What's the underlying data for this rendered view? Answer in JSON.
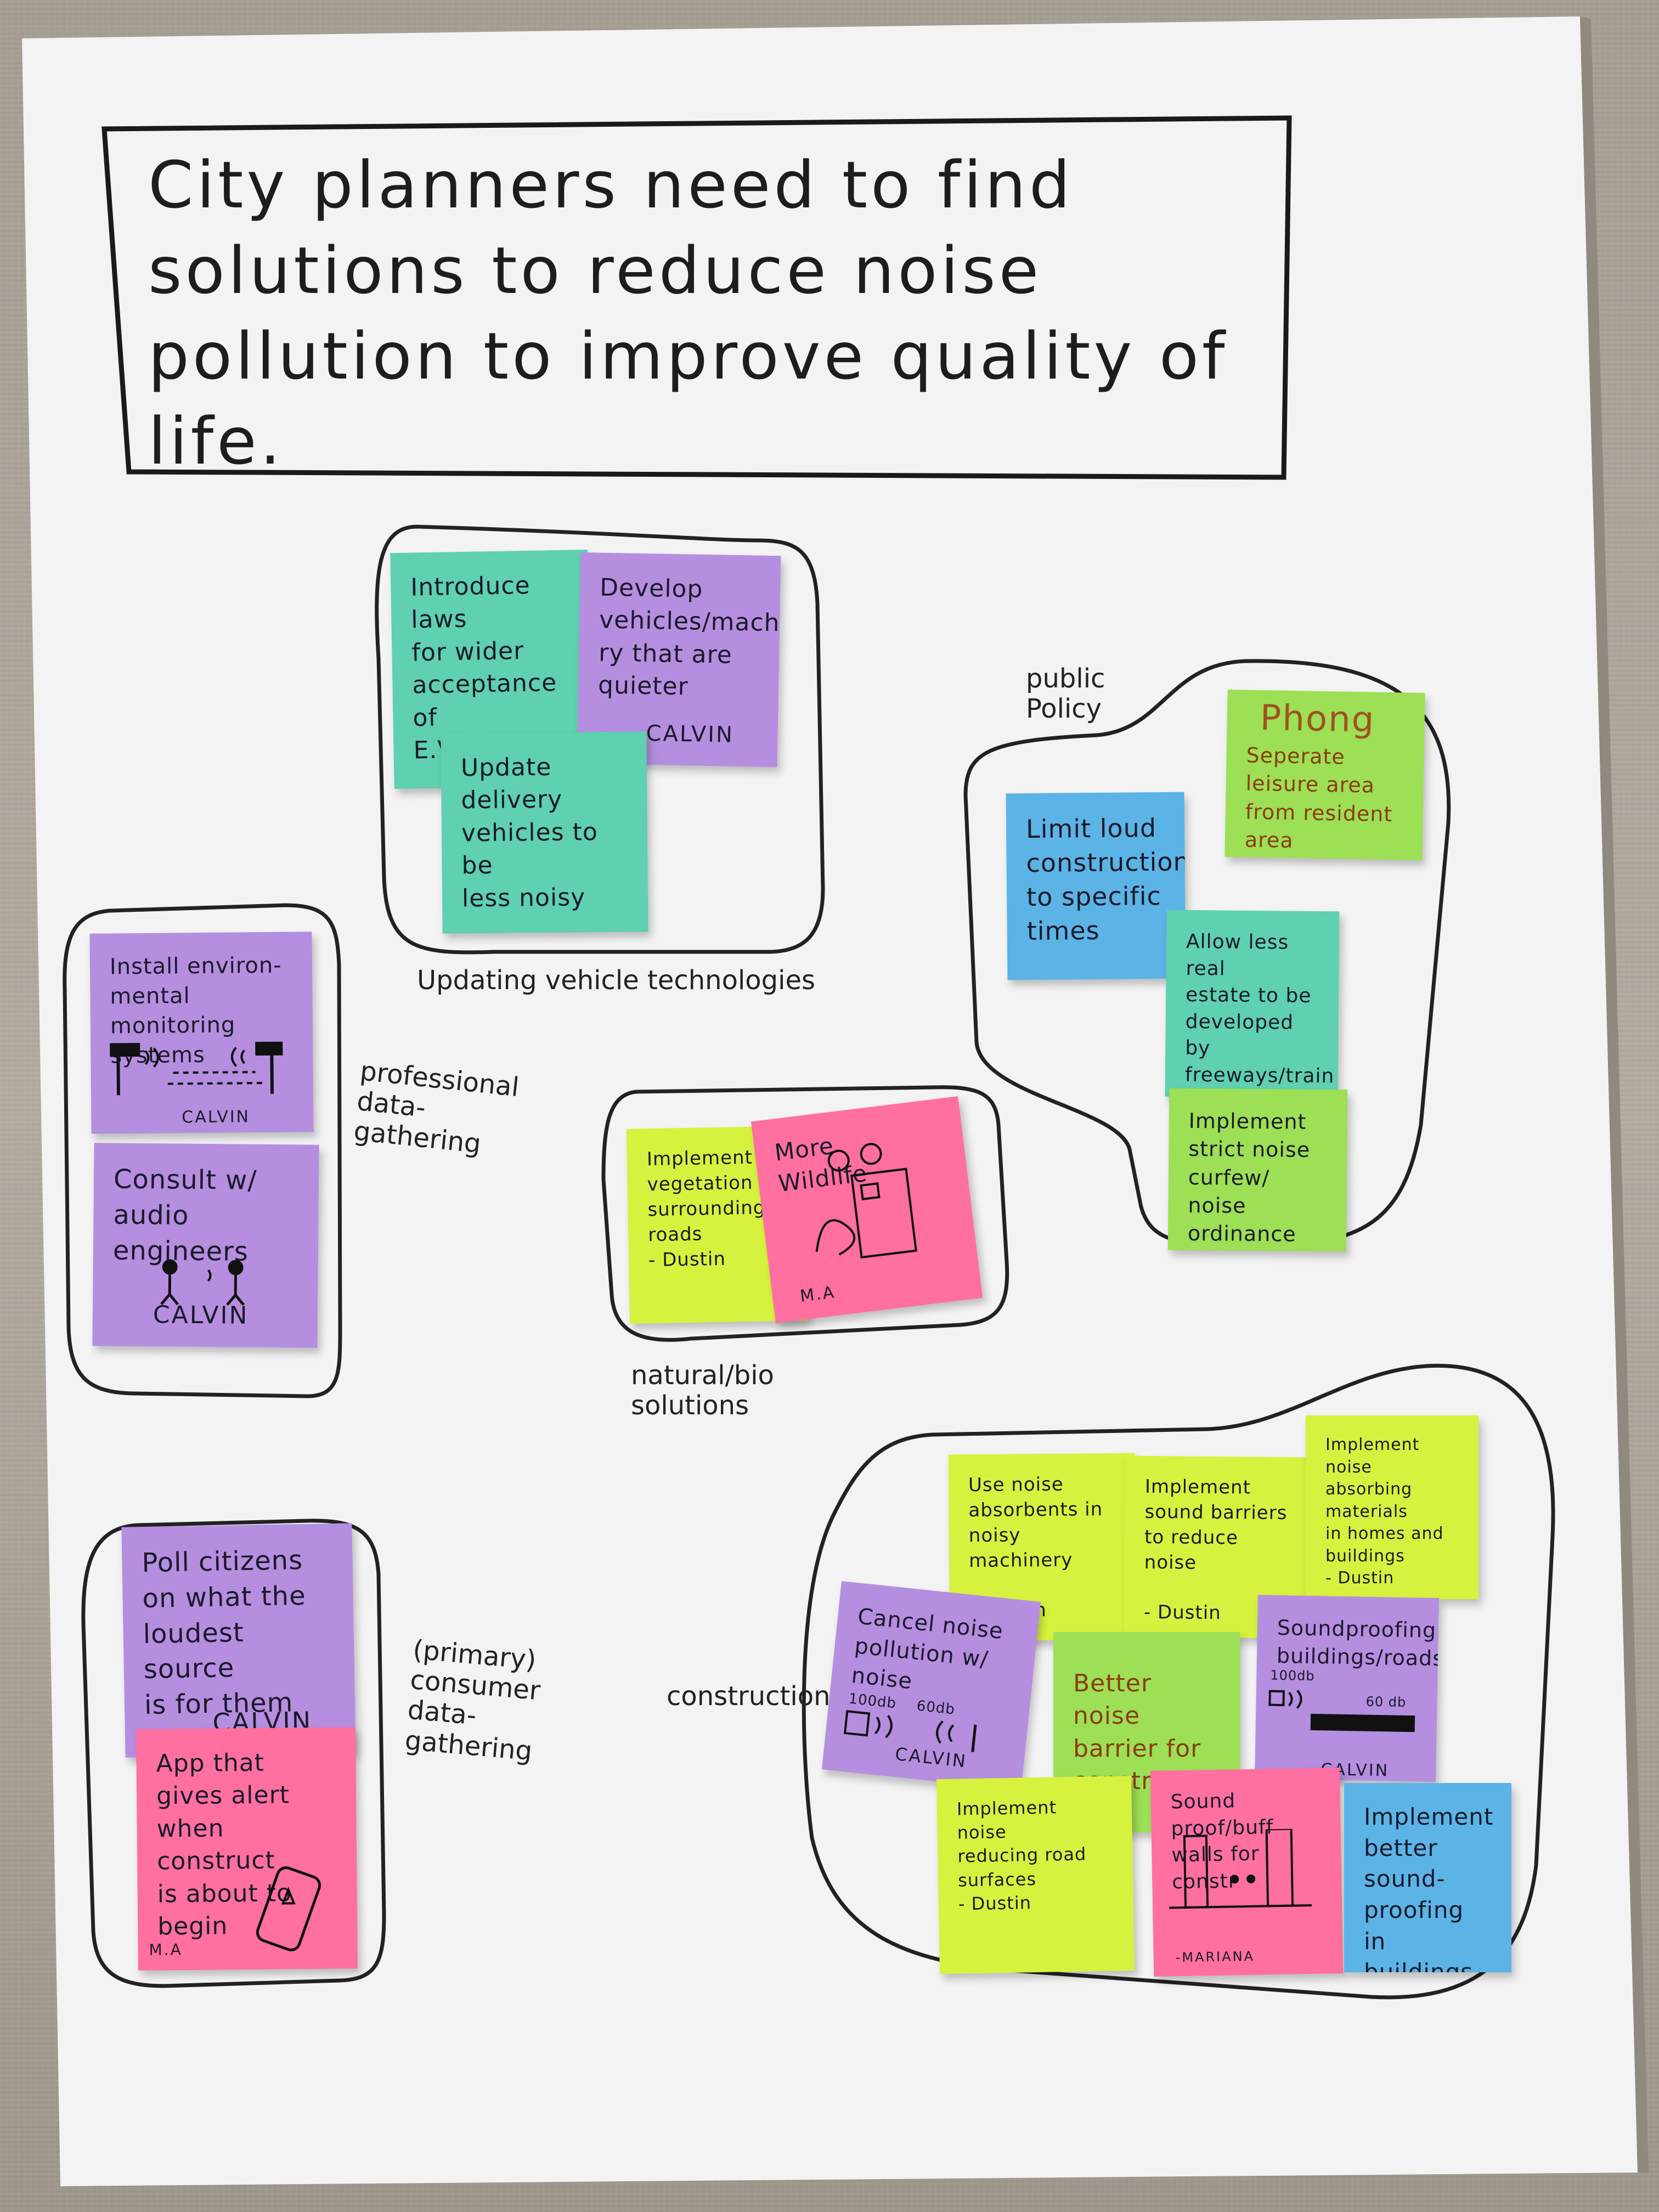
{
  "problem_statement": "City planners need to find solutions to reduce noise pollution to improve quality of life.",
  "groups": {
    "vehicle": "Updating vehicle technologies",
    "public_policy": "public\nPolicy",
    "professional": "professional\ndata-\ngathering",
    "natural": "natural/bio\nsolutions",
    "consumer": "(primary)\nconsumer\ndata-\ngathering",
    "construction": "construction"
  },
  "notes": {
    "introduce_laws": {
      "text": "Introduce laws\nfor wider\nacceptance of\nE.V.   -Hao",
      "color": "#5fd0b0"
    },
    "develop_vehicles": {
      "text": "Develop\nvehicles/machine-\nry that are\nquieter",
      "signature": "CALVIN",
      "color": "#b58ee0"
    },
    "update_delivery": {
      "text": "Update delivery\nvehicles to be\nless noisy",
      "color": "#5fd0b0"
    },
    "phong": {
      "text": "Seperate\nleisure area\nfrom resident\narea",
      "signature": "Phong",
      "color": "#9ddf55"
    },
    "limit_construction": {
      "text": "Limit loud\nconstruction\nto specific\ntimes",
      "color": "#5cb3e6"
    },
    "allow_less": {
      "text": "Allow less real\nestate to be\ndeveloped by\nfreeways/train\n-Hao        tracks",
      "color": "#5fd0b0"
    },
    "curfew": {
      "text": "Implement\nstrict noise\ncurfew/\nnoise\nordinance",
      "color": "#9ddf55"
    },
    "install_monitoring": {
      "text": "Install environ-\nmental monitoring\nsystems",
      "signature": "CALVIN",
      "color": "#b58ee0"
    },
    "consult": {
      "text": "Consult w/\naudio\nengineers",
      "signature": "CALVIN",
      "color": "#b58ee0"
    },
    "vegetation": {
      "text": "Implement\nvegetation\nsurrounding\nroads\n- Dustin",
      "color": "#d6f23e"
    },
    "wildlife": {
      "text": "More\nWildlife",
      "signature": "M.A",
      "color": "#ff6fa0"
    },
    "poll": {
      "text": "Poll citizens\non what the\nloudest source\nis for them",
      "signature": "CALVIN",
      "color": "#b58ee0"
    },
    "app_alert": {
      "text": "App that\ngives alert\nwhen construct\nis about to\nbegin",
      "signature": "M.A",
      "color": "#ff6fa0"
    },
    "absorbents": {
      "text": "Use noise\nabsorbents in\nnoisy machinery\n\n- Dustin",
      "color": "#d6f23e"
    },
    "sound_barriers": {
      "text": "Implement\nsound barriers\nto reduce noise\n\n- Dustin",
      "color": "#d6f23e"
    },
    "absorbing_materials": {
      "text": "Implement noise\nabsorbing materials\nin homes and\nbuildings\n- Dustin",
      "color": "#d6f23e"
    },
    "cancel_noise": {
      "text": "Cancel noise\npollution w/\nnoise",
      "signature": "CALVIN",
      "color": "#b58ee0"
    },
    "better_barrier": {
      "text": "Better noise\nbarrier for\nconstruction",
      "color": "#9ddf55"
    },
    "soundproofing_roads": {
      "text": "Soundproofing\nbuildings/roads",
      "signature": "CALVIN",
      "color": "#b58ee0"
    },
    "road_surfaces": {
      "text": "Implement noise\nreducing road\nsurfaces\n- Dustin",
      "color": "#d6f23e"
    },
    "walls": {
      "text": "Sound proof/buff\nwalls for constr",
      "signature": "-MARIANA",
      "color": "#ff6fa0"
    },
    "better_soundproofing": {
      "text": "Implement\nbetter sound-\nproofing in\nbuildings",
      "color": "#5cb3e6"
    }
  },
  "sketch_labels": {
    "db100": "100db",
    "db60": "60db",
    "db100b": "100db",
    "db60b": "60 db"
  },
  "sketch_icons": [
    "microphone-icon",
    "speaker-icon",
    "wave-icon",
    "person-icon",
    "tree-icon",
    "building-icon",
    "phone-icon",
    "wall-icon"
  ]
}
